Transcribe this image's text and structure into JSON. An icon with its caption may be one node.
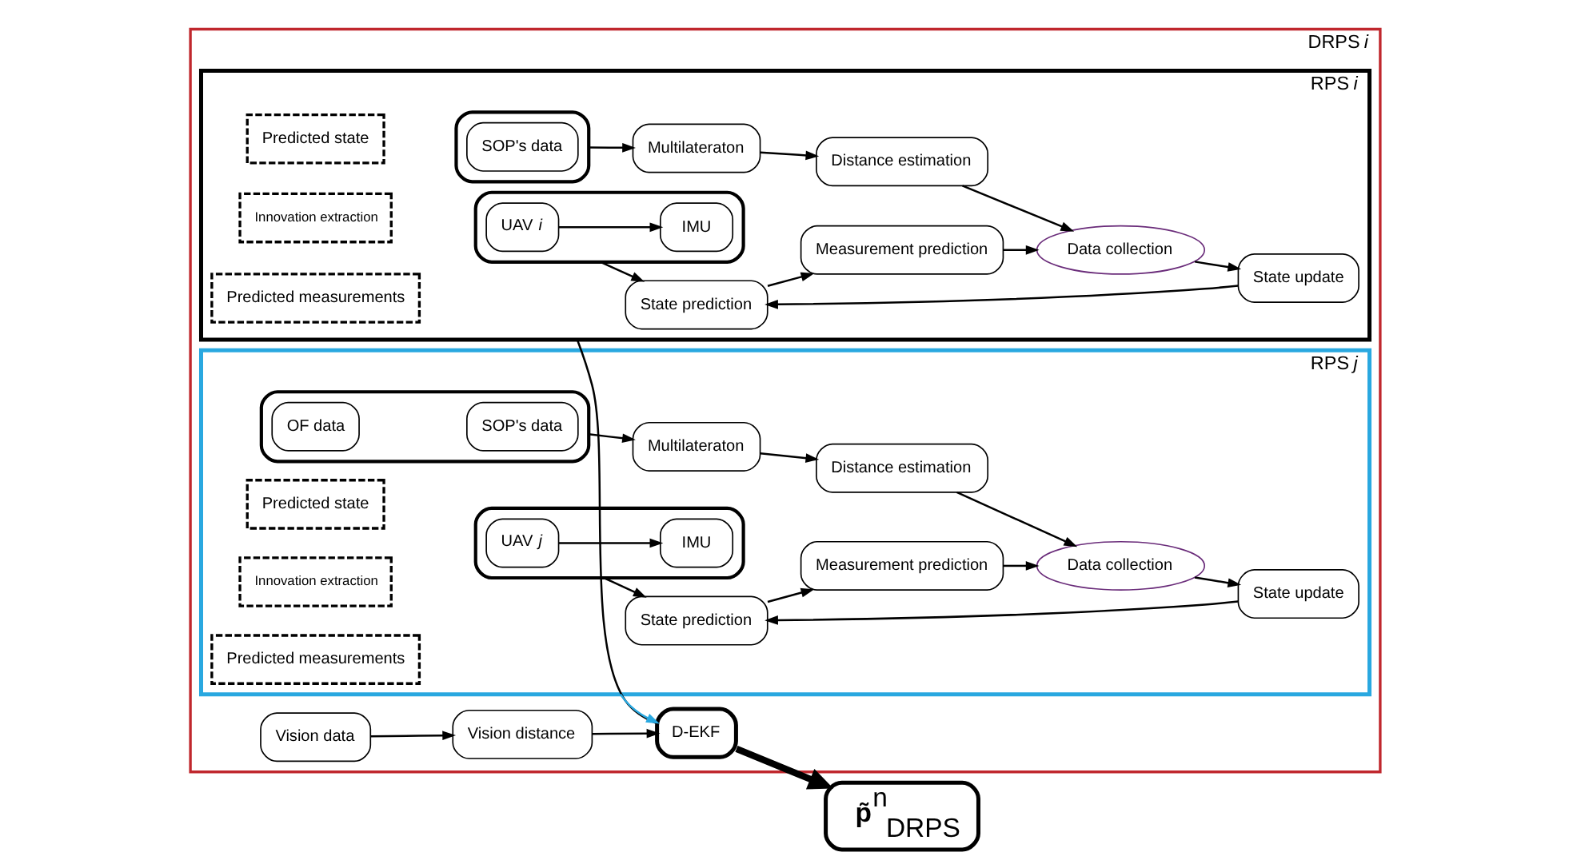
{
  "diagram": {
    "nodes": [
      {
        "text": [
          "DRPS *i*"
        ]
      },
      {
        "text": [
          "RPS *i*"
        ],
        "in": 0
      },
      {
        "text": [],
        "shape": "box",
        "in": 1
      },
      {
        "text": [
          "UAV *i*"
        ],
        "in": 2
      },
      {
        "text": [
          "IMU"
        ],
        "in": 2
      },
      {
        "text": [
          "State prediction"
        ],
        "in": 1
      },
      {
        "text": [
          "State update"
        ],
        "in": 1
      },
      {
        "text": [
          "Predicted state"
        ],
        "in": 1
      },
      {
        "text": [
          "Innovation extraction"
        ],
        "in": 1
      },
      {
        "text": [],
        "shape": "box",
        "in": 1
      },
      {
        "text": [
          "SOP's data"
        ],
        "in": 9
      },
      {
        "text": [
          "Measurement prediction"
        ],
        "in": 1
      },
      {
        "text": [
          "Data collection"
        ],
        "in": 1
      },
      {
        "text": [
          "Distance estimation"
        ],
        "in": 1
      },
      {
        "text": [
          "Predicted measurements"
        ],
        "in": 1
      },
      {
        "text": [
          "Multilateraton"
        ],
        "in": 1
      },
      {
        "text": [
          "RPS *j*"
        ],
        "in": 0
      },
      {
        "text": [],
        "shape": "box",
        "in": 16
      },
      {
        "text": [
          "UAV *j*"
        ],
        "in": 17
      },
      {
        "text": [
          "IMU"
        ],
        "in": 17
      },
      {
        "text": [
          "State prediction"
        ],
        "in": 16
      },
      {
        "text": [
          "State update"
        ],
        "in": 16
      },
      {
        "text": [
          "Predicted state"
        ],
        "in": 16
      },
      {
        "text": [
          "Innovation extraction"
        ],
        "in": 16
      },
      {
        "text": [],
        "shape": "box",
        "in": 16
      },
      {
        "text": [
          "SOP's data"
        ],
        "in": 24
      },
      {
        "text": [
          "OF data"
        ],
        "in": 24
      },
      {
        "text": [
          "Measurement prediction"
        ],
        "in": 16
      },
      {
        "text": [
          "Data collection"
        ],
        "in": 16
      },
      {
        "text": [
          "Distance estimation"
        ],
        "in": 16
      },
      {
        "text": [
          "Predicted measurements"
        ],
        "in": 16
      },
      {
        "text": [
          "Multilateraton"
        ],
        "in": 16
      },
      {
        "text": [
          "Vision data"
        ],
        "in": 0
      },
      {
        "text": [
          "Vision distance"
        ],
        "in": 0
      },
      {
        "text": [
          "D-EKF"
        ],
        "in": 0
      },
      {
        "text": [
          "**p̃**$^{n}$$_{DRPS}$"
        ]
      }
    ],
    "edges": [
      {
        "from": 3,
        "to": 4,
        "arrow": "to"
      },
      {
        "from": 2,
        "to": 5,
        "arrow": "to"
      },
      {
        "from": 6,
        "to": 5,
        "arrow": "to"
      },
      {
        "from": 5,
        "to": 11,
        "arrow": "to"
      },
      {
        "from": 11,
        "to": 12,
        "arrow": "to"
      },
      {
        "from": 12,
        "to": 6,
        "arrow": "to"
      },
      {
        "from": 13,
        "to": 12,
        "arrow": "to"
      },
      {
        "from": 15,
        "to": 13,
        "arrow": "to"
      },
      {
        "from": 9,
        "to": 15,
        "arrow": "to"
      },
      {
        "from": 18,
        "to": 19,
        "arrow": "to"
      },
      {
        "from": 17,
        "to": 20,
        "arrow": "to"
      },
      {
        "from": 21,
        "to": 20,
        "arrow": "to"
      },
      {
        "from": 20,
        "to": 27,
        "arrow": "to"
      },
      {
        "from": 27,
        "to": 28,
        "arrow": "to"
      },
      {
        "from": 28,
        "to": 21,
        "arrow": "to"
      },
      {
        "from": 29,
        "to": 28,
        "arrow": "to"
      },
      {
        "from": 31,
        "to": 29,
        "arrow": "to"
      },
      {
        "from": 24,
        "to": 31,
        "arrow": "to"
      },
      {
        "from": 32,
        "to": 33,
        "arrow": "to"
      },
      {
        "from": 33,
        "to": 34,
        "arrow": "to"
      },
      {
        "from": 1,
        "to": 34,
        "arrow": "none"
      },
      {
        "from": 16,
        "to": 34,
        "arrow": "to",
        "color": "#29a8e0"
      },
      {
        "from": 34,
        "to": 35,
        "arrow": "to",
        "style": "thick"
      }
    ]
  }
}
